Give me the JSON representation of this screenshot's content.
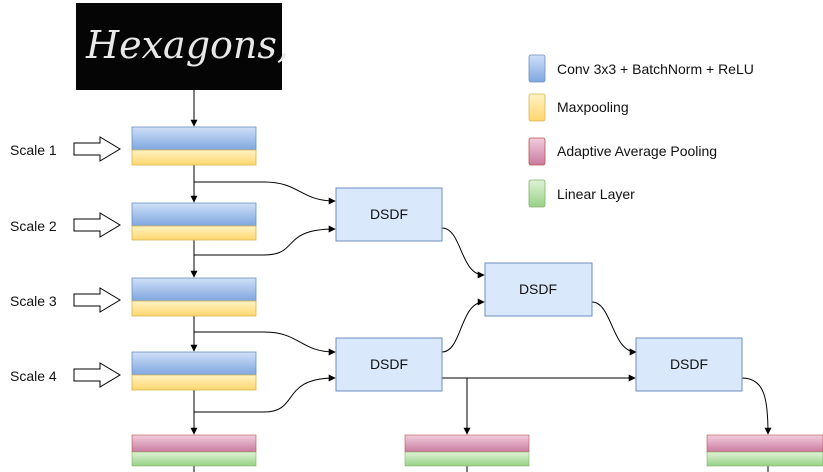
{
  "input_image": {
    "handwriting": "Hexagons,"
  },
  "scales": [
    "Scale 1",
    "Scale 2",
    "Scale 3",
    "Scale 4"
  ],
  "dsdf_nodes": [
    "DSDF",
    "DSDF",
    "DSDF",
    "DSDF"
  ],
  "legend": [
    {
      "label": "Conv 3x3 + BatchNorm + ReLU",
      "color": "blue"
    },
    {
      "label": "Maxpooling",
      "color": "yellow"
    },
    {
      "label": "Adaptive Average Pooling",
      "color": "pink"
    },
    {
      "label": "Linear Layer",
      "color": "green"
    }
  ],
  "colors": {
    "conv": "#aec6ec",
    "pool": "#ffe499",
    "adaptive_pool": "#dba3bd",
    "linear": "#b5e0a8",
    "dsdf_fill": "#dae8fc",
    "dsdf_stroke": "#6c8ebf",
    "arrow": "#000000"
  }
}
